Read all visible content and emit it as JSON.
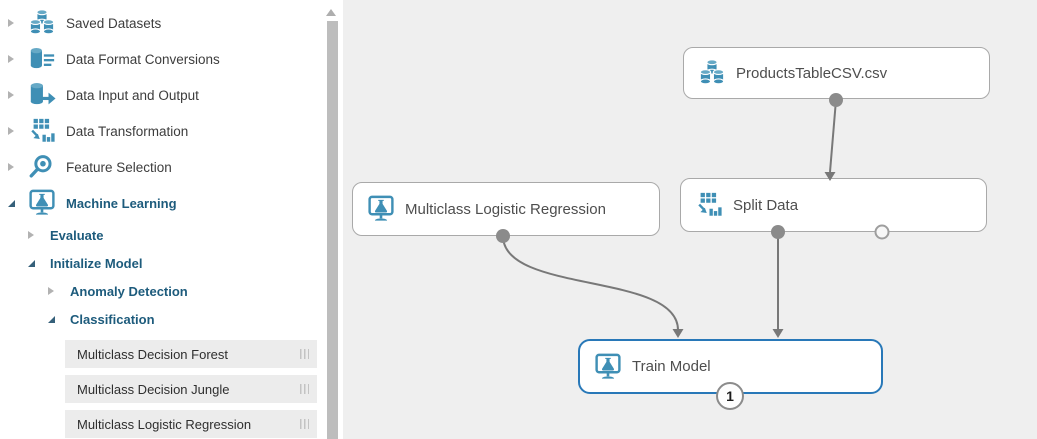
{
  "sidebar": {
    "tree": [
      {
        "label": "Saved Datasets",
        "icon": "datasets-icon",
        "state": "collapsed",
        "level": 0,
        "bold": false
      },
      {
        "label": "Data Format Conversions",
        "icon": "data-format-conversions-icon",
        "state": "collapsed",
        "level": 0,
        "bold": false
      },
      {
        "label": "Data Input and Output",
        "icon": "data-input-output-icon",
        "state": "collapsed",
        "level": 0,
        "bold": false
      },
      {
        "label": "Data Transformation",
        "icon": "data-transformation-icon",
        "state": "collapsed",
        "level": 0,
        "bold": false
      },
      {
        "label": "Feature Selection",
        "icon": "feature-selection-icon",
        "state": "collapsed",
        "level": 0,
        "bold": false
      },
      {
        "label": "Machine Learning",
        "icon": "machine-learning-icon",
        "state": "expanded",
        "level": 0,
        "bold": true
      },
      {
        "label": "Evaluate",
        "icon": null,
        "state": "collapsed",
        "level": 1,
        "bold": true
      },
      {
        "label": "Initialize Model",
        "icon": null,
        "state": "expanded",
        "level": 1,
        "bold": true
      },
      {
        "label": "Anomaly Detection",
        "icon": null,
        "state": "collapsed",
        "level": 2,
        "bold": true
      },
      {
        "label": "Classification",
        "icon": null,
        "state": "expanded",
        "level": 2,
        "bold": true
      }
    ],
    "modules": [
      {
        "name": "Multiclass Decision Forest"
      },
      {
        "name": "Multiclass Decision Jungle"
      },
      {
        "name": "Multiclass Logistic Regression"
      }
    ]
  },
  "canvas": {
    "nodes": {
      "dataset": {
        "label": "ProductsTableCSV.csv",
        "icon": "datasets-icon",
        "selected": false,
        "output_ports": [
          "connected"
        ]
      },
      "logistic": {
        "label": "Multiclass Logistic Regression",
        "icon": "machine-learning-icon",
        "selected": false,
        "output_ports": [
          "connected"
        ]
      },
      "split": {
        "label": "Split Data",
        "icon": "data-transformation-icon",
        "selected": false,
        "output_ports": [
          "connected",
          "unconnected"
        ]
      },
      "train": {
        "label": "Train Model",
        "icon": "machine-learning-icon",
        "selected": true,
        "output_badge": "1"
      }
    },
    "connections": [
      {
        "from": "dataset",
        "to": "split"
      },
      {
        "from": "logistic",
        "to": "train"
      },
      {
        "from": "split",
        "to": "train"
      }
    ]
  },
  "colors": {
    "icon_blue": "#3f8fb5",
    "selected_node_border": "#2878b8",
    "canvas_background": "#efefef",
    "connector_gray": "#787878",
    "tree_bold_text": "#1d5b7c",
    "tree_text": "#3d3d3d",
    "module_row_background": "#ececec"
  }
}
